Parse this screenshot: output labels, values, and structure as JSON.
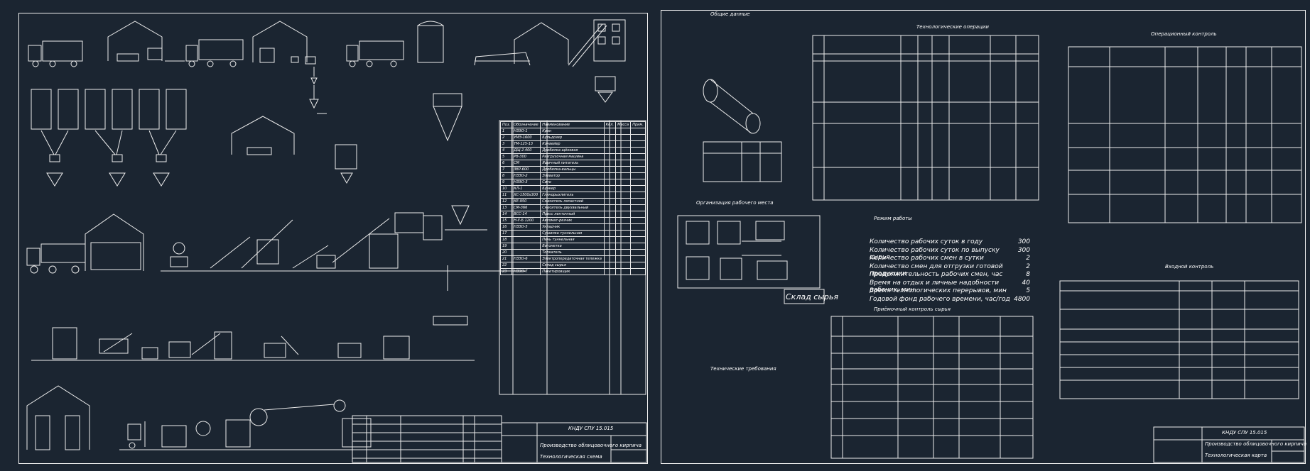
{
  "left_sheet": {
    "title_block": {
      "code": "КНДУ СПУ 15.015",
      "name": "Производство облицовочного кирпича",
      "sheet_name": "Технологическая схема"
    },
    "equipment_table": {
      "headers": [
        "Поз.",
        "Обозначение",
        "Наименование",
        "Кол.",
        "Масса",
        "Прим."
      ],
      "rows": [
        [
          "1",
          "НЗЭО-1",
          "Кран"
        ],
        [
          "2",
          "УМЭ-1600",
          "Бульдозер"
        ],
        [
          "3",
          "ТМ-125-13",
          "Конвейер"
        ],
        [
          "4",
          "ДЩ 2.400",
          "Дробилка щёковая"
        ],
        [
          "5",
          "РВ-300",
          "Разгрузочная машина"
        ],
        [
          "6",
          "СМ",
          "Ящичный питатель"
        ],
        [
          "7",
          "ЗВР-600",
          "Дробилка-вальцы"
        ],
        [
          "8",
          "НЗЭО-2",
          "Элеватор"
        ],
        [
          "9",
          "НЗЭО-3",
          "Сито"
        ],
        [
          "10",
          "КЛ-1",
          "Бункер"
        ],
        [
          "11",
          "ХС-1500х300",
          "Глинорыхлитель"
        ],
        [
          "12",
          "КЕ-950",
          "Смеситель лопастной"
        ],
        [
          "13",
          "СМ-366",
          "Смеситель двухвальный"
        ],
        [
          "14",
          "ВСС-14",
          "Пресс ленточный"
        ],
        [
          "15",
          "Н-У-Б 1200",
          "Автомат-резчик"
        ],
        [
          "16",
          "НЗЭО-5",
          "Укладчик"
        ],
        [
          "17",
          "",
          "Сушилка туннельная"
        ],
        [
          "18",
          "",
          "Печь туннельная"
        ],
        [
          "19",
          "",
          "Вагонетка"
        ],
        [
          "20",
          "",
          "Толкатель"
        ],
        [
          "21",
          "НЗЭО-6",
          "Электропередаточная тележка"
        ],
        [
          "22",
          "",
          "Склад сырья"
        ],
        [
          "23",
          "НЗЭО-7",
          "Пакетировщик"
        ]
      ]
    }
  },
  "right_sheet": {
    "title_block": {
      "code": "КНДУ СПУ 15.015",
      "name": "Производство облицовочного кирпича",
      "sheet_name": "Технологическая карта"
    },
    "sections": {
      "general": "Общие данные",
      "tech_operations": "Технологические операции",
      "operational_control": "Операционный контроль",
      "acceptance_control": "Входной контроль",
      "worker_mode": "Режим работы",
      "tech_requirements": "Технические требования",
      "work_scheme": "Организация рабочего места",
      "raw_control": "Приёмочный контроль сырья"
    },
    "warehouse_label": "Склад сырья",
    "work_mode": [
      {
        "label": "Количество рабочих суток в году",
        "value": "300"
      },
      {
        "label": "Количество рабочих суток по выпуску сырья",
        "value": "300"
      },
      {
        "label": "Количество рабочих смен в сутки",
        "value": "2"
      },
      {
        "label": "Количество смен для отгрузки готовой продукции",
        "value": "2"
      },
      {
        "label": "Продолжительность рабочих смен, час",
        "value": "8"
      },
      {
        "label": "Время на отдых и личные надобности рабочих, мин",
        "value": "40"
      },
      {
        "label": "Время технологических перерывов, мин",
        "value": "5"
      },
      {
        "label": "Годовой фонд рабочего времени, час/год",
        "value": "4800"
      }
    ]
  }
}
